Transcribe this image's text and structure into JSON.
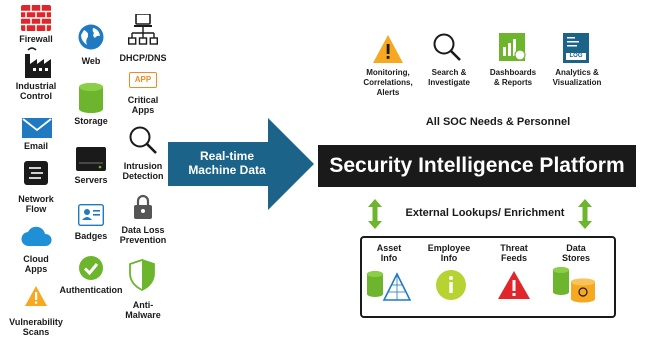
{
  "sources": {
    "firewall": "Firewall",
    "industrial_control": "Industrial\nControl",
    "email": "Email",
    "network_flow": "Network\nFlow",
    "cloud_apps": "Cloud\nApps",
    "vulnerability_scans": "Vulnerability\nScans",
    "web": "Web",
    "storage": "Storage",
    "servers": "Servers",
    "badges": "Badges",
    "authentication": "Authentication",
    "dhcp_dns": "DHCP/DNS",
    "critical_apps": "Critical\nApps",
    "app_badge": "APP",
    "intrusion_detection": "Intrusion\nDetection",
    "data_loss_prevention": "Data Loss\nPrevention",
    "anti_malware": "Anti-\nMalware"
  },
  "arrow": {
    "label": "Real-time\nMachine Data"
  },
  "soc_needs": {
    "items": [
      "Monitoring,\nCorrelations,\nAlerts",
      "Search &\nInvestigate",
      "Dashboards\n& Reports",
      "Analytics &\nVisualization"
    ],
    "caption": "All SOC Needs & Personnel",
    "log_badge": "LOG"
  },
  "platform": {
    "title": "Security Intelligence Platform"
  },
  "enrichment": {
    "caption": "External Lookups/ Enrichment",
    "items": [
      "Asset\nInfo",
      "Employee\nInfo",
      "Threat\nFeeds",
      "Data\nStores"
    ]
  },
  "colors": {
    "arrow": "#1b6389",
    "banner": "#1a1a1a",
    "green": "#6db52c",
    "red": "#e0262b",
    "yellow": "#f6a821",
    "blue": "#1f7ac2"
  }
}
